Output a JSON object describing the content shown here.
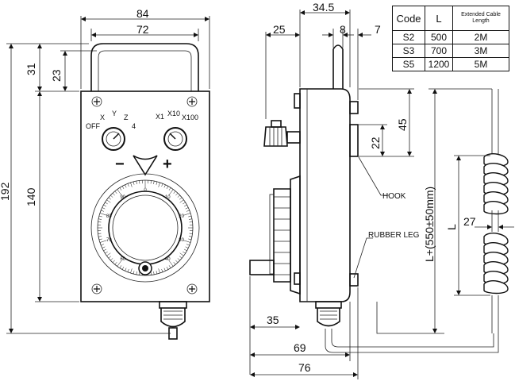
{
  "dimensions": {
    "front_width_outer": "84",
    "front_width_inner": "72",
    "height_total": "192",
    "height_body": "140",
    "handle_31": "31",
    "handle_23": "23",
    "side_34_5": "34.5",
    "side_25": "25",
    "side_8": "8",
    "side_7": "7",
    "side_45": "45",
    "side_22": "22",
    "bottom_35": "35",
    "bottom_69": "69",
    "bottom_76": "76",
    "cable_27": "27",
    "cable_L": "L",
    "cable_total": "L+(550±50mm)"
  },
  "front_panel": {
    "axis_labels": [
      "OFF",
      "X",
      "Y",
      "Z",
      "4"
    ],
    "mult_labels": [
      "X1",
      "X10",
      "X100"
    ],
    "minus": "−",
    "plus": "+",
    "dial_numbers": [
      "0",
      "10",
      "20",
      "30",
      "40",
      "50",
      "60",
      "70",
      "80",
      "90"
    ]
  },
  "callouts": {
    "hook": "HOOK",
    "rubber_leg": "RUBBER LEG"
  },
  "table": {
    "headers": [
      "Code",
      "L",
      "Extended Cable Length"
    ],
    "rows": [
      {
        "code": "S2",
        "l": "500",
        "len": "2M"
      },
      {
        "code": "S3",
        "l": "700",
        "len": "3M"
      },
      {
        "code": "S5",
        "l": "1200",
        "len": "5M"
      }
    ]
  }
}
